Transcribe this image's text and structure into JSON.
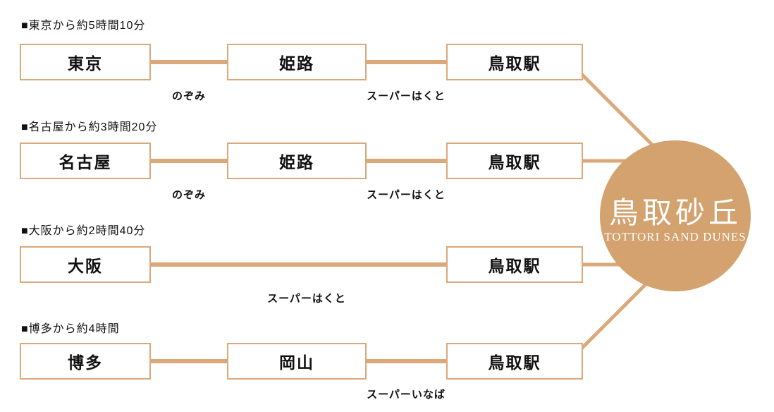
{
  "colors": {
    "accent": "#dba87a",
    "circleFill": "#d3a26e",
    "text": "#111111",
    "circleText": "#ffffff"
  },
  "destination": {
    "title": "鳥取砂丘",
    "subtitle": "TOTTORI SAND DUNES"
  },
  "routes": [
    {
      "header": "■東京から約5時間10分",
      "stations": [
        "東京",
        "姫路",
        "鳥取駅"
      ],
      "trains": [
        "のぞみ",
        "スーパーはくと"
      ]
    },
    {
      "header": "■名古屋から約3時間20分",
      "stations": [
        "名古屋",
        "姫路",
        "鳥取駅"
      ],
      "trains": [
        "のぞみ",
        "スーパーはくと"
      ]
    },
    {
      "header": "■大阪から約2時間40分",
      "stations": [
        "大阪",
        "鳥取駅"
      ],
      "trains": [
        "スーパーはくと"
      ]
    },
    {
      "header": "■博多から約4時間",
      "stations": [
        "博多",
        "岡山",
        "鳥取駅"
      ],
      "trains": [
        "スーパーいなば"
      ]
    }
  ]
}
